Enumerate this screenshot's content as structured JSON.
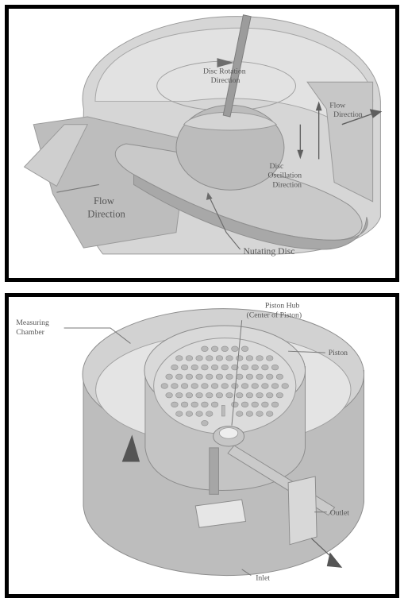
{
  "top_diagram": {
    "labels": {
      "disc_rotation_line1": "Disc Rotation",
      "disc_rotation_line2": "Direction",
      "flow_right_line1": "Flow",
      "flow_right_line2": "Direction",
      "oscillation_line1": "Disc",
      "oscillation_line2": "Oscillation",
      "oscillation_line3": "Direction",
      "flow_left_line1": "Flow",
      "flow_left_line2": "Direction",
      "nutating_disc": "Nutating Disc"
    }
  },
  "bottom_diagram": {
    "labels": {
      "measuring_line1": "Measuring",
      "measuring_line2": "Chamber",
      "piston_hub_line1": "Piston Hub",
      "piston_hub_line2": "(Center of Piston)",
      "piston": "Piston",
      "outlet": "Outlet",
      "inlet": "Inlet"
    }
  },
  "colors": {
    "frame": "#000000",
    "body_fill": "#cfcfcf",
    "shadow_fill": "#a9a9a9",
    "light_fill": "#e3e3e3",
    "label_text": "#555555"
  }
}
